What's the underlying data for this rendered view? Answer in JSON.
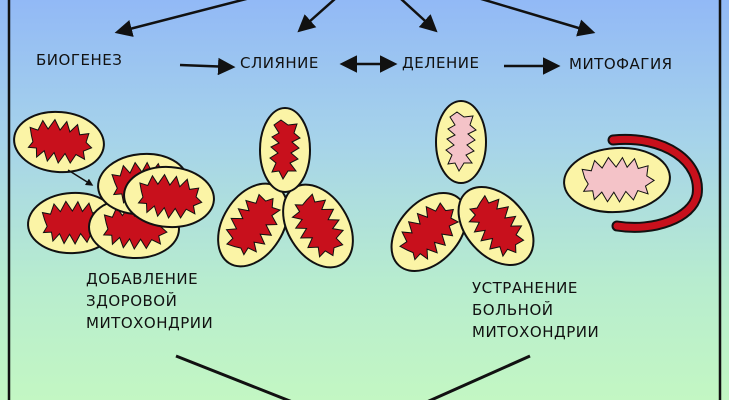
{
  "stages": [
    {
      "id": "biogenesis",
      "label": "БИОГЕНЕЗ"
    },
    {
      "id": "fusion",
      "label": "СЛИЯНИЕ"
    },
    {
      "id": "fission",
      "label": "ДЕЛЕНИЕ"
    },
    {
      "id": "mitophagy",
      "label": "МИТОФАГИЯ"
    }
  ],
  "captions": {
    "left": [
      "ДОБАВЛЕНИЕ",
      "ЗДОРОВОЙ",
      "МИТОХОНДРИИ"
    ],
    "right": [
      "УСТРАНЕНИЕ",
      "БОЛЬНОЙ",
      "МИТОХОНДРИИ"
    ]
  },
  "colors": {
    "membrane": "#fbf4a6",
    "healthy_cristae": "#c8101c",
    "damaged_cristae": "#f4c3c8",
    "phagophore": "#c8101c",
    "outline": "#111111"
  }
}
